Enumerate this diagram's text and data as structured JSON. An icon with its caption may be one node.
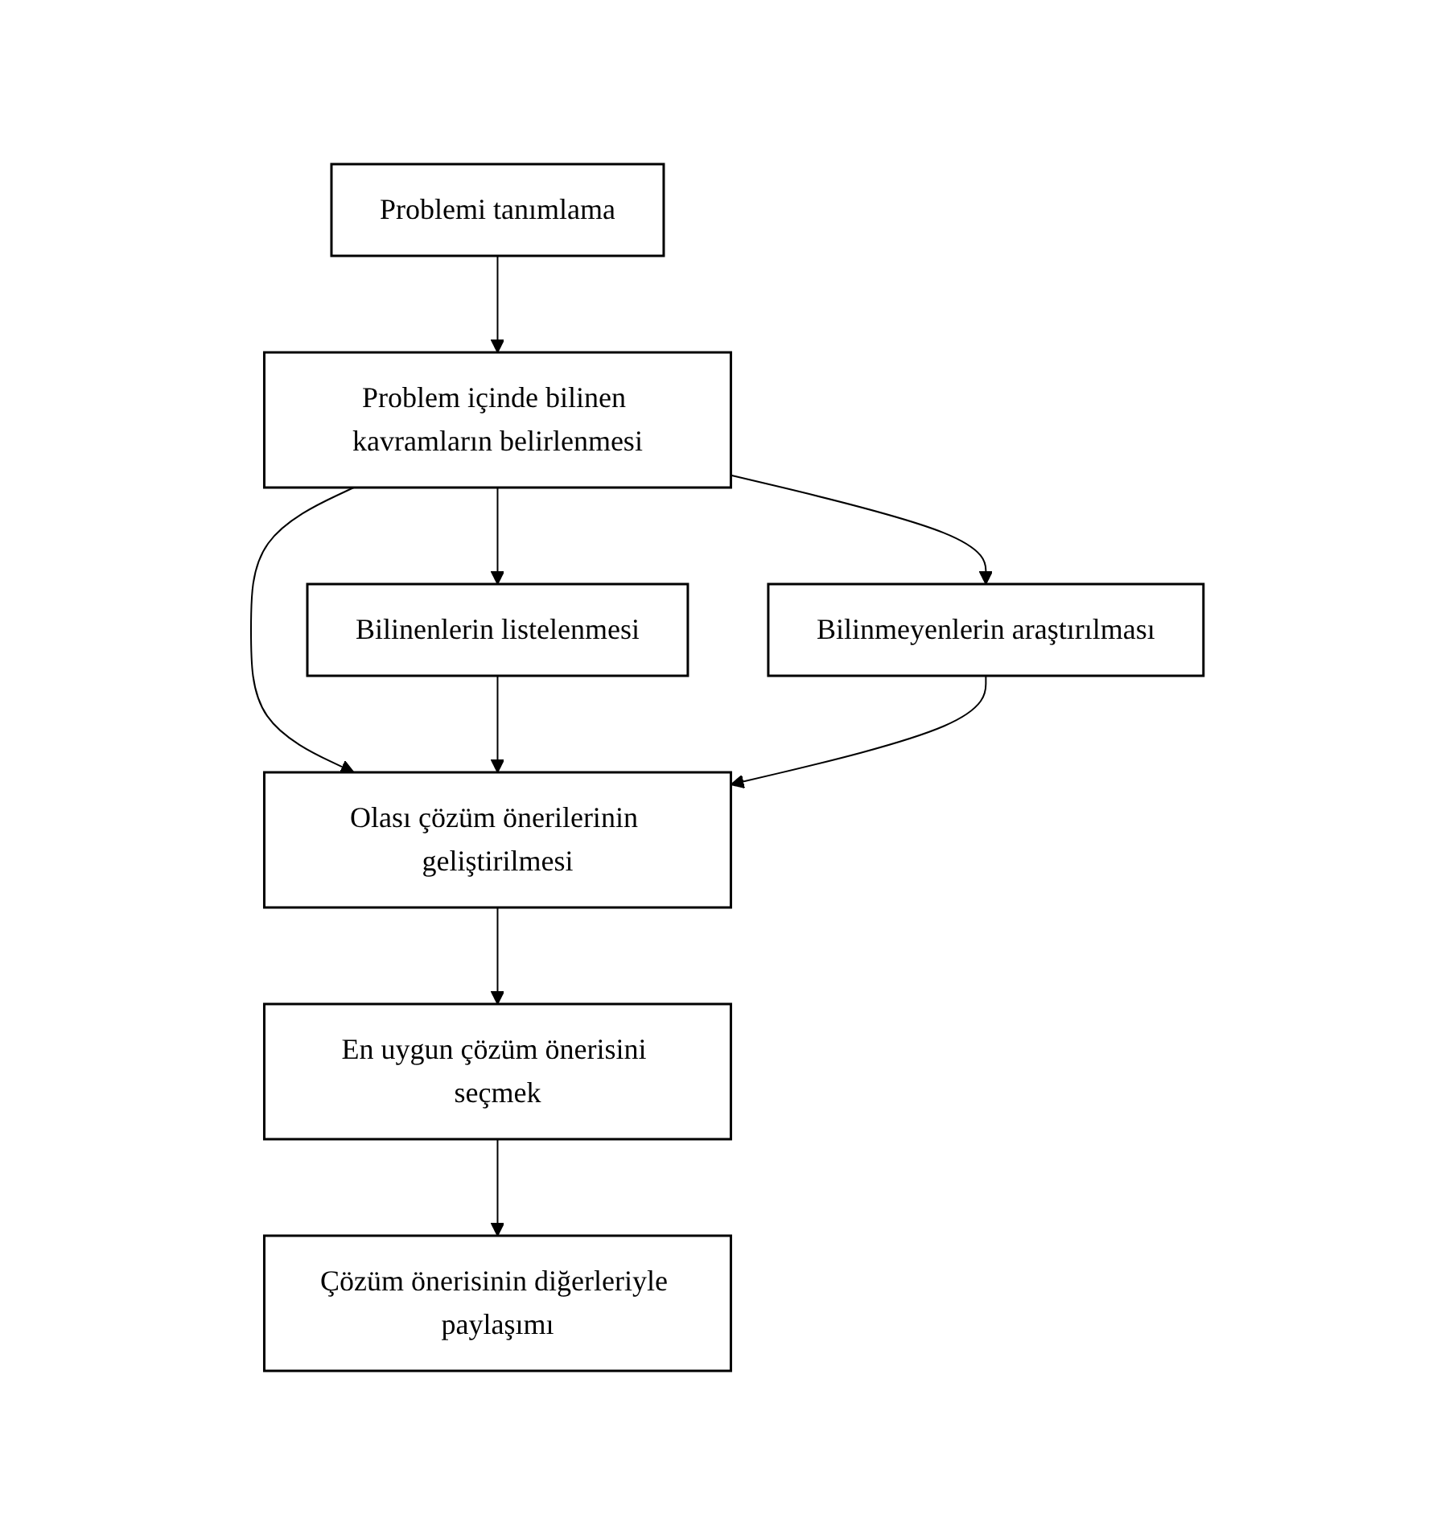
{
  "diagram": {
    "nodes": [
      {
        "text": [
          "Problemi tanımlama"
        ]
      },
      {
        "text": [
          "Problem içinde bilinen kavramların belirlenmesi"
        ]
      },
      {
        "text": [
          "Bilinenlerin listelenmesi"
        ]
      },
      {
        "text": [
          "Bilinmeyenlerin araştırılması"
        ]
      },
      {
        "text": [
          "Olası çözüm önerilerinin geliştirilmesi"
        ]
      },
      {
        "text": [
          "En uygun çözüm önerisini seçmek"
        ]
      },
      {
        "text": [
          "Çözüm önerisinin diğerleriyle paylaşımı"
        ]
      }
    ],
    "edges": [
      {
        "from": 0,
        "to": 1,
        "arrow": "to"
      },
      {
        "from": 1,
        "to": 2,
        "arrow": "to"
      },
      {
        "from": 1,
        "to": 4,
        "arrow": "to"
      },
      {
        "from": 1,
        "to": 3,
        "arrow": "to"
      },
      {
        "from": 2,
        "to": 4,
        "arrow": "to"
      },
      {
        "from": 3,
        "to": 4,
        "arrow": "to"
      },
      {
        "from": 4,
        "to": 5,
        "arrow": "to"
      },
      {
        "from": 5,
        "to": 6,
        "arrow": "to"
      }
    ]
  }
}
